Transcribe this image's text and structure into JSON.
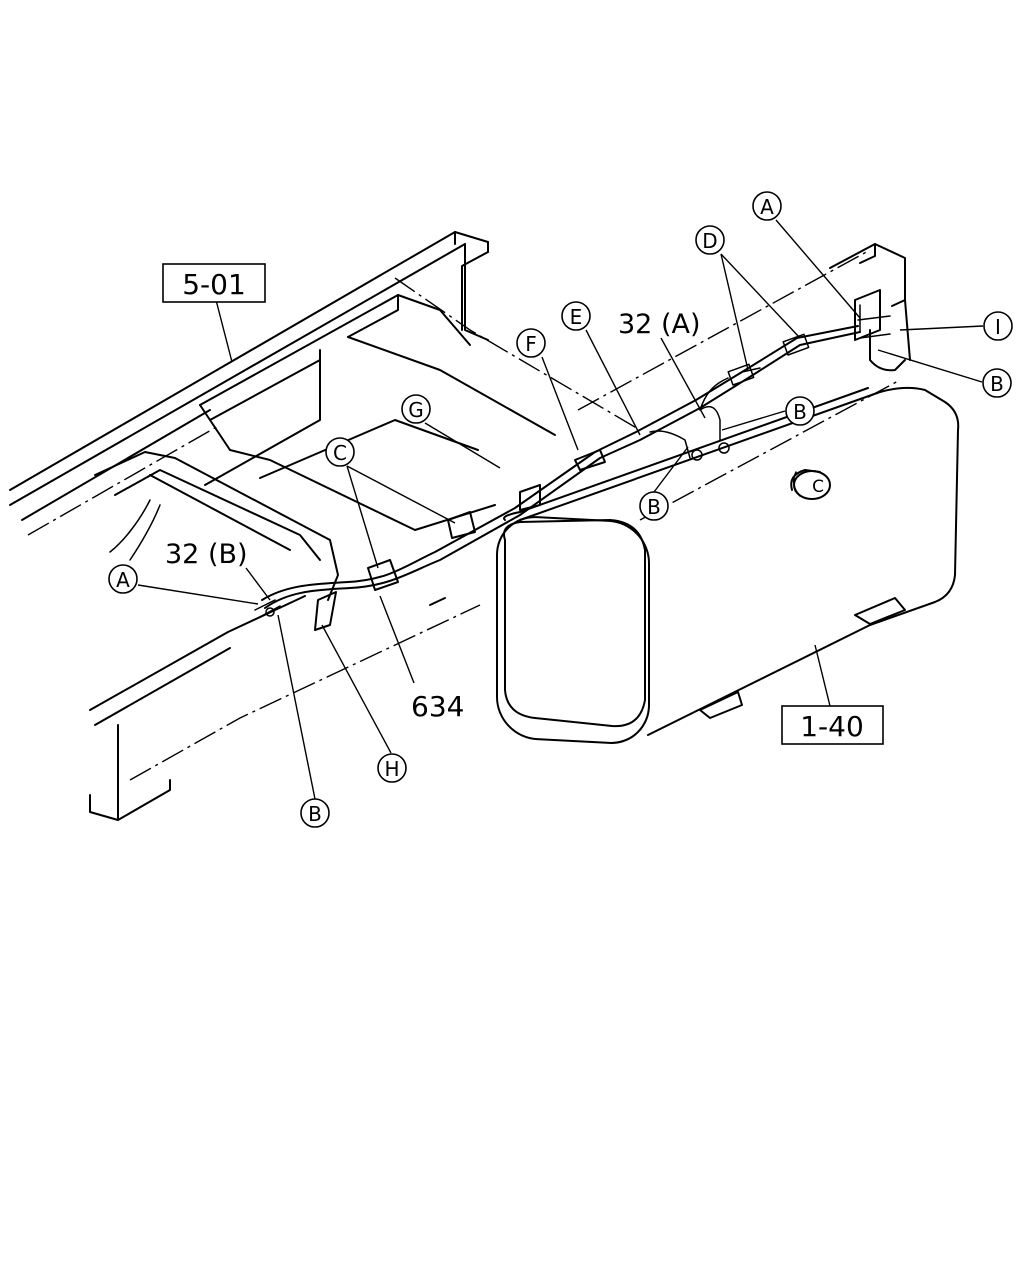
{
  "references": {
    "frame_ref": "5-01",
    "tank_ref": "1-40"
  },
  "part_labels": {
    "p32a": "32 (A)",
    "p32b": "32 (B)",
    "p634": "634"
  },
  "callouts": {
    "a_top": "A",
    "a_left": "A",
    "b_right": "B",
    "b_mid_right": "B",
    "b_mid": "B",
    "b_bottom": "B",
    "c": "C",
    "d": "D",
    "e": "E",
    "f": "F",
    "g": "G",
    "h": "H",
    "i": "I",
    "c_cap": "C"
  }
}
